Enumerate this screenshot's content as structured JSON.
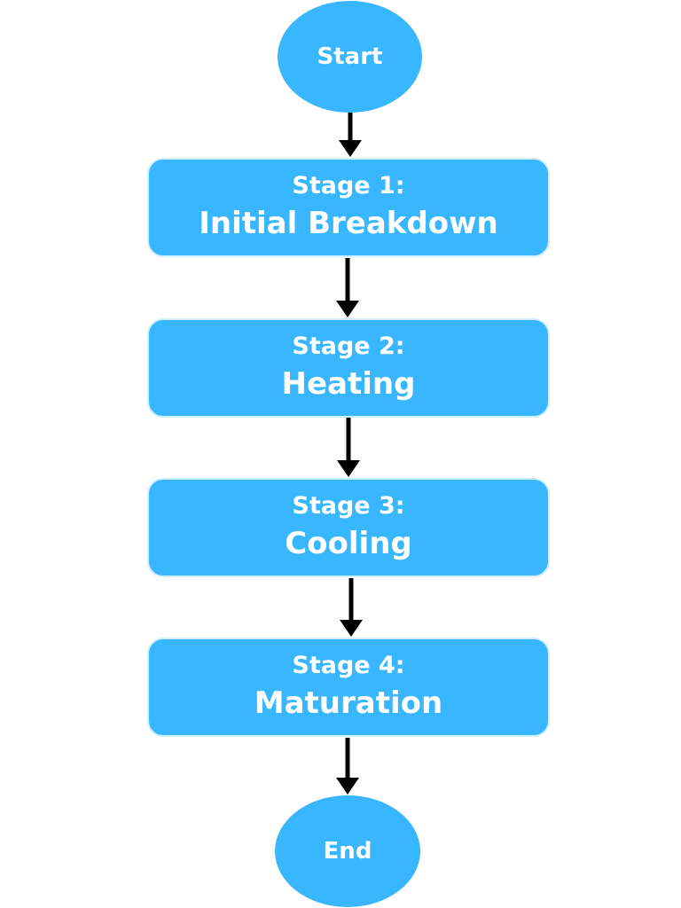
{
  "flowchart": {
    "start_label": "Start",
    "end_label": "End",
    "stages": [
      {
        "number_label": "Stage 1:",
        "name": "Initial Breakdown"
      },
      {
        "number_label": "Stage 2:",
        "name": "Heating"
      },
      {
        "number_label": "Stage 3:",
        "name": "Cooling"
      },
      {
        "number_label": "Stage 4:",
        "name": "Maturation"
      }
    ]
  },
  "colors": {
    "node_fill": "#38b6ff",
    "node_text": "#ffffff",
    "arrow": "#000000",
    "background": "#ffffff"
  }
}
